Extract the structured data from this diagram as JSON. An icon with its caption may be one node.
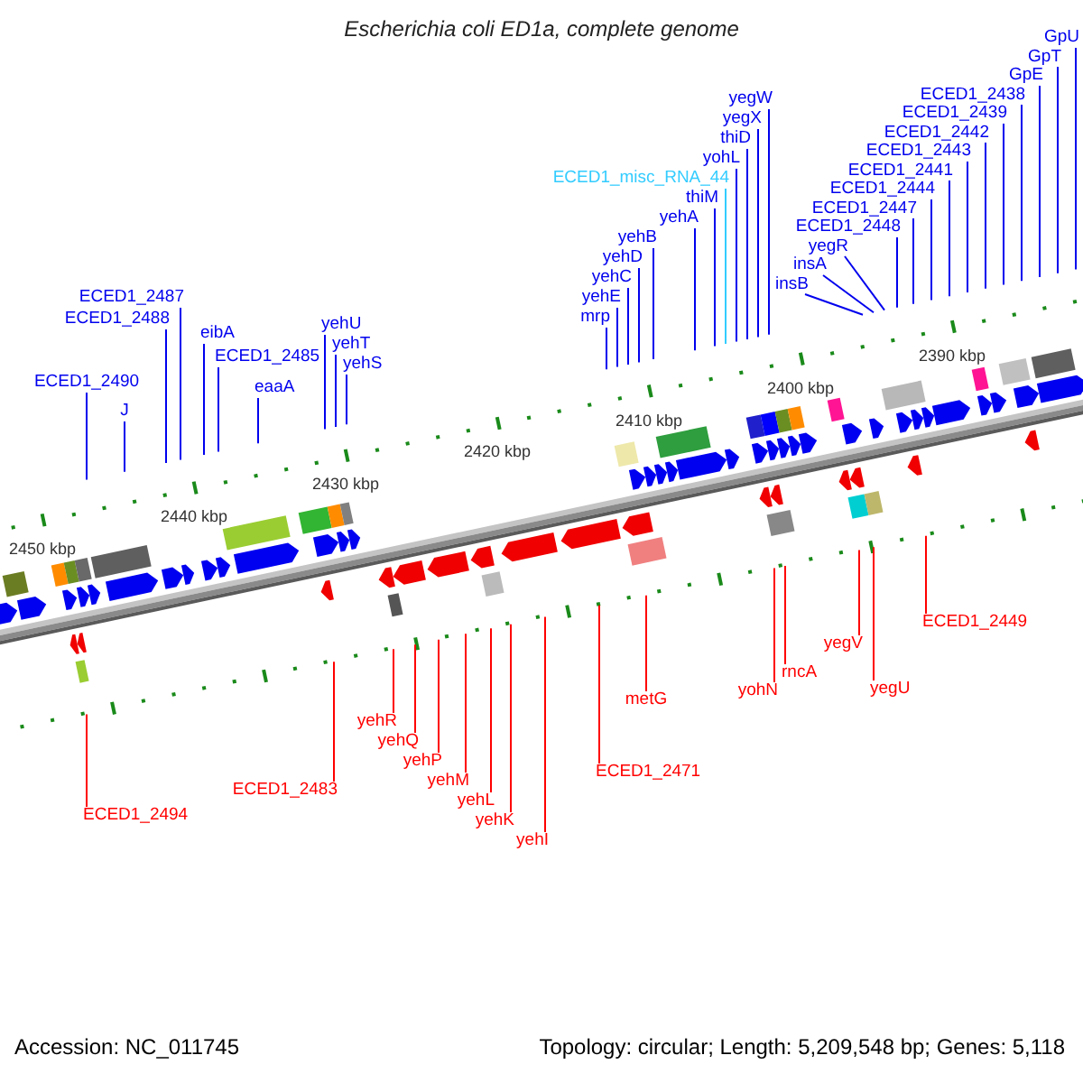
{
  "diagram": {
    "title": "Escherichia coli ED1a, complete genome",
    "nodes": [
      {
        "text": [
          "GpU"
        ]
      },
      {
        "text": [
          "GpT"
        ]
      },
      {
        "text": [
          "GpE"
        ]
      },
      {
        "text": [
          "yegW"
        ]
      },
      {
        "text": [
          "ECED1_2438"
        ]
      },
      {
        "text": [
          "yegX"
        ]
      },
      {
        "text": [
          "ECED1_2439"
        ]
      },
      {
        "text": [
          "thiD"
        ]
      },
      {
        "text": [
          "ECED1_2442"
        ]
      },
      {
        "text": [
          "yohL"
        ]
      },
      {
        "text": [
          "ECED1_2443"
        ]
      },
      {
        "text": [
          "ECED1_misc_RNA_44"
        ]
      },
      {
        "text": [
          "ECED1_2441"
        ]
      },
      {
        "text": [
          "thiM"
        ]
      },
      {
        "text": [
          "ECED1_2444"
        ]
      },
      {
        "text": [
          "yehA"
        ]
      },
      {
        "text": [
          "ECED1_2447"
        ]
      },
      {
        "text": [
          "yehB"
        ]
      },
      {
        "text": [
          "ECED1_2448"
        ]
      },
      {
        "text": [
          "yehD"
        ]
      },
      {
        "text": [
          "yegR"
        ]
      },
      {
        "text": [
          "yehC"
        ]
      },
      {
        "text": [
          "insA"
        ]
      },
      {
        "text": [
          "ECED1_2487"
        ]
      },
      {
        "text": [
          "yehE"
        ]
      },
      {
        "text": [
          "insB"
        ]
      },
      {
        "text": [
          "mrp"
        ]
      },
      {
        "text": [
          "ECED1_2488"
        ]
      },
      {
        "text": [
          "eibA"
        ]
      },
      {
        "text": [
          "ECED1_2485"
        ]
      },
      {
        "text": [
          "yehT"
        ]
      },
      {
        "text": [
          "ECED1_2490"
        ]
      },
      {
        "text": [
          "eaaA"
        ]
      },
      {
        "text": [
          "yehS"
        ]
      },
      {
        "text": [
          "yehU"
        ]
      },
      {
        "text": [
          "J"
        ]
      },
      {
        "text": [
          "ECED1_2449"
        ]
      },
      {
        "text": [
          "yegV"
        ]
      },
      {
        "text": [
          "rncA"
        ]
      },
      {
        "text": [
          "yegU"
        ]
      },
      {
        "text": [
          "yohN"
        ]
      },
      {
        "text": [
          "metG"
        ]
      },
      {
        "text": [
          "yehR"
        ]
      },
      {
        "text": [
          "yehQ"
        ]
      },
      {
        "text": [
          "yehP"
        ]
      },
      {
        "text": [
          "ECED1_2471"
        ]
      },
      {
        "text": [
          "yehM"
        ]
      },
      {
        "text": [
          "ECED1_2483"
        ]
      },
      {
        "text": [
          "yehL"
        ]
      },
      {
        "text": [
          "ECED1_2494"
        ]
      },
      {
        "text": [
          "yehK"
        ]
      },
      {
        "text": [
          "yehI"
        ]
      }
    ],
    "edges": [
      {
        "from": 0,
        "to": null,
        "arrow": "none"
      },
      {
        "from": 1,
        "to": null,
        "arrow": "none"
      },
      {
        "from": 2,
        "to": null,
        "arrow": "none"
      },
      {
        "from": 3,
        "to": null,
        "arrow": "none"
      },
      {
        "from": 4,
        "to": null,
        "arrow": "none"
      },
      {
        "from": 5,
        "to": null,
        "arrow": "none"
      },
      {
        "from": 6,
        "to": null,
        "arrow": "none"
      },
      {
        "from": 7,
        "to": null,
        "arrow": "none"
      },
      {
        "from": 8,
        "to": null,
        "arrow": "none"
      },
      {
        "from": 9,
        "to": null,
        "arrow": "none"
      },
      {
        "from": 10,
        "to": null,
        "arrow": "none"
      },
      {
        "from": 11,
        "to": null,
        "arrow": "none",
        "color": "#33ccff"
      },
      {
        "from": 12,
        "to": null,
        "arrow": "none"
      },
      {
        "from": 13,
        "to": null,
        "arrow": "none"
      },
      {
        "from": 14,
        "to": null,
        "arrow": "none"
      },
      {
        "from": 15,
        "to": null,
        "arrow": "none"
      },
      {
        "from": 16,
        "to": null,
        "arrow": "none"
      },
      {
        "from": 17,
        "to": null,
        "arrow": "none"
      },
      {
        "from": 18,
        "to": null,
        "arrow": "none"
      },
      {
        "from": 19,
        "to": null,
        "arrow": "none"
      },
      {
        "from": 20,
        "to": null,
        "arrow": "none"
      },
      {
        "from": 21,
        "to": null,
        "arrow": "none"
      },
      {
        "from": 22,
        "to": null,
        "arrow": "none"
      },
      {
        "from": 23,
        "to": null,
        "arrow": "none"
      },
      {
        "from": 24,
        "to": null,
        "arrow": "none"
      },
      {
        "from": 25,
        "to": null,
        "arrow": "none"
      },
      {
        "from": 26,
        "to": null,
        "arrow": "none"
      },
      {
        "from": 27,
        "to": null,
        "arrow": "none"
      },
      {
        "from": 28,
        "to": null,
        "arrow": "none"
      },
      {
        "from": 29,
        "to": null,
        "arrow": "none"
      },
      {
        "from": 30,
        "to": null,
        "arrow": "none"
      },
      {
        "from": 31,
        "to": null,
        "arrow": "none"
      },
      {
        "from": 32,
        "to": null,
        "arrow": "none"
      },
      {
        "from": 33,
        "to": null,
        "arrow": "none"
      },
      {
        "from": 34,
        "to": null,
        "arrow": "none"
      },
      {
        "from": 35,
        "to": null,
        "arrow": "none"
      },
      {
        "from": 36,
        "to": null,
        "arrow": "none",
        "color": "#ff0000"
      },
      {
        "from": 37,
        "to": null,
        "arrow": "none",
        "color": "#ff0000"
      },
      {
        "from": 38,
        "to": null,
        "arrow": "none",
        "color": "#ff0000"
      },
      {
        "from": 39,
        "to": null,
        "arrow": "none",
        "color": "#ff0000"
      },
      {
        "from": 40,
        "to": null,
        "arrow": "none",
        "color": "#ff0000"
      },
      {
        "from": 41,
        "to": null,
        "arrow": "none",
        "color": "#ff0000"
      },
      {
        "from": 42,
        "to": null,
        "arrow": "none",
        "color": "#ff0000"
      },
      {
        "from": 43,
        "to": null,
        "arrow": "none",
        "color": "#ff0000"
      },
      {
        "from": 44,
        "to": null,
        "arrow": "none",
        "color": "#ff0000"
      },
      {
        "from": 45,
        "to": null,
        "arrow": "none",
        "color": "#ff0000"
      },
      {
        "from": 46,
        "to": null,
        "arrow": "none",
        "color": "#ff0000"
      },
      {
        "from": 47,
        "to": null,
        "arrow": "none",
        "color": "#ff0000"
      },
      {
        "from": 48,
        "to": null,
        "arrow": "none",
        "color": "#ff0000"
      },
      {
        "from": 49,
        "to": null,
        "arrow": "none",
        "color": "#ff0000"
      },
      {
        "from": 50,
        "to": null,
        "arrow": "none",
        "color": "#ff0000"
      },
      {
        "from": 51,
        "to": null,
        "arrow": "none",
        "color": "#ff0000"
      }
    ],
    "labels": [
      "2390 kbp",
      "2400 kbp",
      "2410 kbp",
      "2420 kbp",
      "2430 kbp",
      "2440 kbp",
      "2450 kbp",
      "Accession: NC_011745",
      "Topology: circular; Length: 5,209,548 bp; Genes: 5,118"
    ]
  }
}
